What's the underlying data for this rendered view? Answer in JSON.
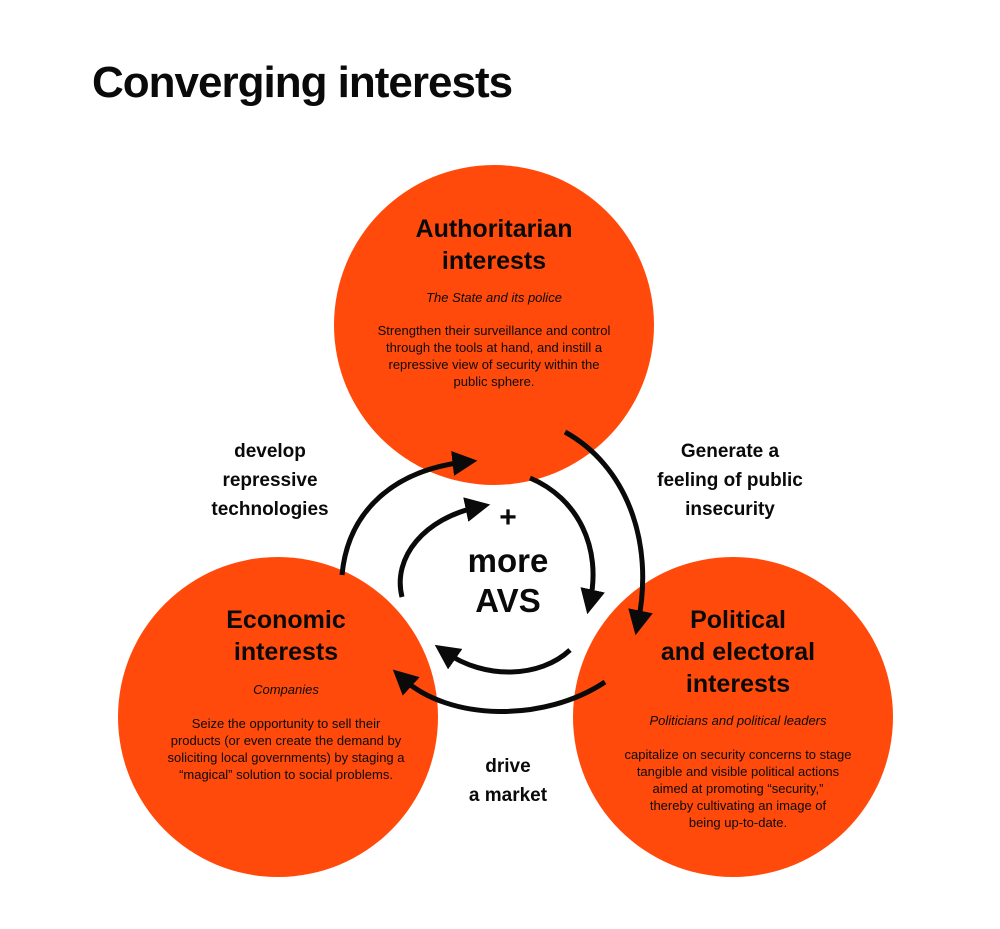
{
  "title": "Converging interests",
  "center": {
    "plus": "+",
    "line1": "more",
    "line2": "AVS"
  },
  "circles": {
    "authoritarian": {
      "heading": [
        "Authoritarian",
        "interests"
      ],
      "subtitle": "The State and its police",
      "description": [
        "Strengthen their surveillance and control",
        "through the tools at hand, and instill a",
        "repressive view of security within the",
        "public sphere."
      ],
      "color": "#ff4a0b"
    },
    "economic": {
      "heading": [
        "Economic",
        "interests"
      ],
      "subtitle": "Companies",
      "description": [
        "Seize the opportunity to sell their",
        "products (or even create the demand by",
        "soliciting local governments) by staging a",
        "“magical” solution to social problems."
      ],
      "color": "#ff4a0b"
    },
    "political": {
      "heading": [
        "Political",
        "and electoral",
        "interests"
      ],
      "subtitle": "Politicians and political leaders",
      "description": [
        "capitalize on security concerns to stage",
        "tangible and visible political actions",
        "aimed at promoting “security,”",
        "thereby cultivating an image of",
        "being up-to-date."
      ],
      "color": "#ff4a0b"
    }
  },
  "flows": {
    "develop": [
      "develop",
      "repressive",
      "technologies"
    ],
    "generate": [
      "Generate a",
      "feeling of public",
      "insecurity"
    ],
    "drive": [
      "drive",
      "a market"
    ]
  }
}
